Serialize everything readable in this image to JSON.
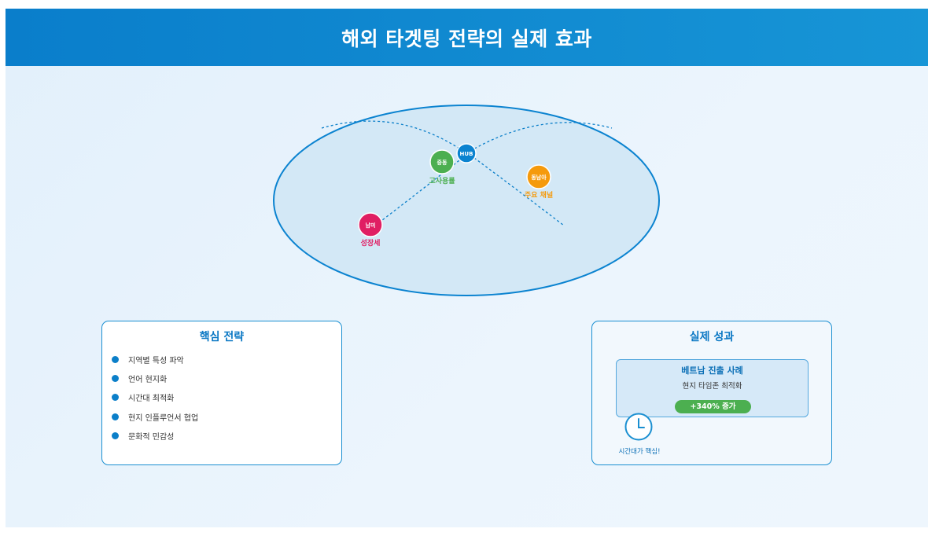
{
  "header": {
    "title": "해외 타겟팅 전략의 실제 효과"
  },
  "map": {
    "nodes": [
      {
        "key": "hub",
        "label": "HUB",
        "caption": "",
        "color": "#0b83d0"
      },
      {
        "key": "middle_east",
        "label": "중동",
        "caption": "고사용률",
        "color": "#4caf50"
      },
      {
        "key": "southeast_asia",
        "label": "동남아",
        "caption": "주요 채널",
        "color": "#f59a0c"
      },
      {
        "key": "south_america",
        "label": "남미",
        "caption": "성장세",
        "color": "#e01e63"
      }
    ]
  },
  "strategy": {
    "title": "핵심 전략",
    "items": [
      "지역별 특성 파악",
      "언어 현지화",
      "시간대 최적화",
      "현지 인플루언서 협업",
      "문화적 민감성"
    ]
  },
  "results": {
    "title": "실제 성과",
    "case_title": "베트남 진출 사례",
    "case_desc": "현지 타임존 최적화",
    "case_badge": "+340% 증가",
    "clock_caption": "시간대가 핵심!",
    "clock_icon": "clock-icon"
  }
}
